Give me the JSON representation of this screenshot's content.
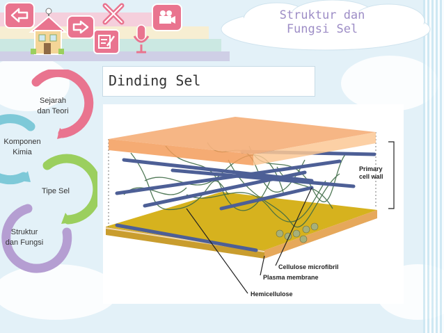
{
  "slide": {
    "title": "Struktur dan\nFungsi Sel",
    "heading": "Dinding Sel"
  },
  "toolbar": {
    "icons": [
      "back-arrow-icon",
      "home-icon",
      "next-arrow-icon",
      "close-icon",
      "notes-icon",
      "microphone-icon",
      "video-camera-icon"
    ]
  },
  "nav": {
    "items": [
      {
        "label": "Sejarah\ndan Teori",
        "color": "#e9748f"
      },
      {
        "label": "Komponen\nKimia",
        "color": "#7ec9d8"
      },
      {
        "label": "Tipe Sel",
        "color": "#9bcf5e"
      },
      {
        "label": "Struktur\ndan Fungsi",
        "color": "#b59ed2"
      }
    ]
  },
  "figure": {
    "labels": {
      "primary_cell_wall": "Primary\ncell wall",
      "cellulose": "Cellulose microfibril",
      "plasma": "Plasma membrane",
      "hemicellulose": "Hemicellulose"
    }
  },
  "colors": {
    "accent_pink": "#e9748f",
    "title_purple": "#9d8dc6",
    "pectin_orange": "#f6b27e",
    "membrane_gold": "#d6b21e"
  }
}
